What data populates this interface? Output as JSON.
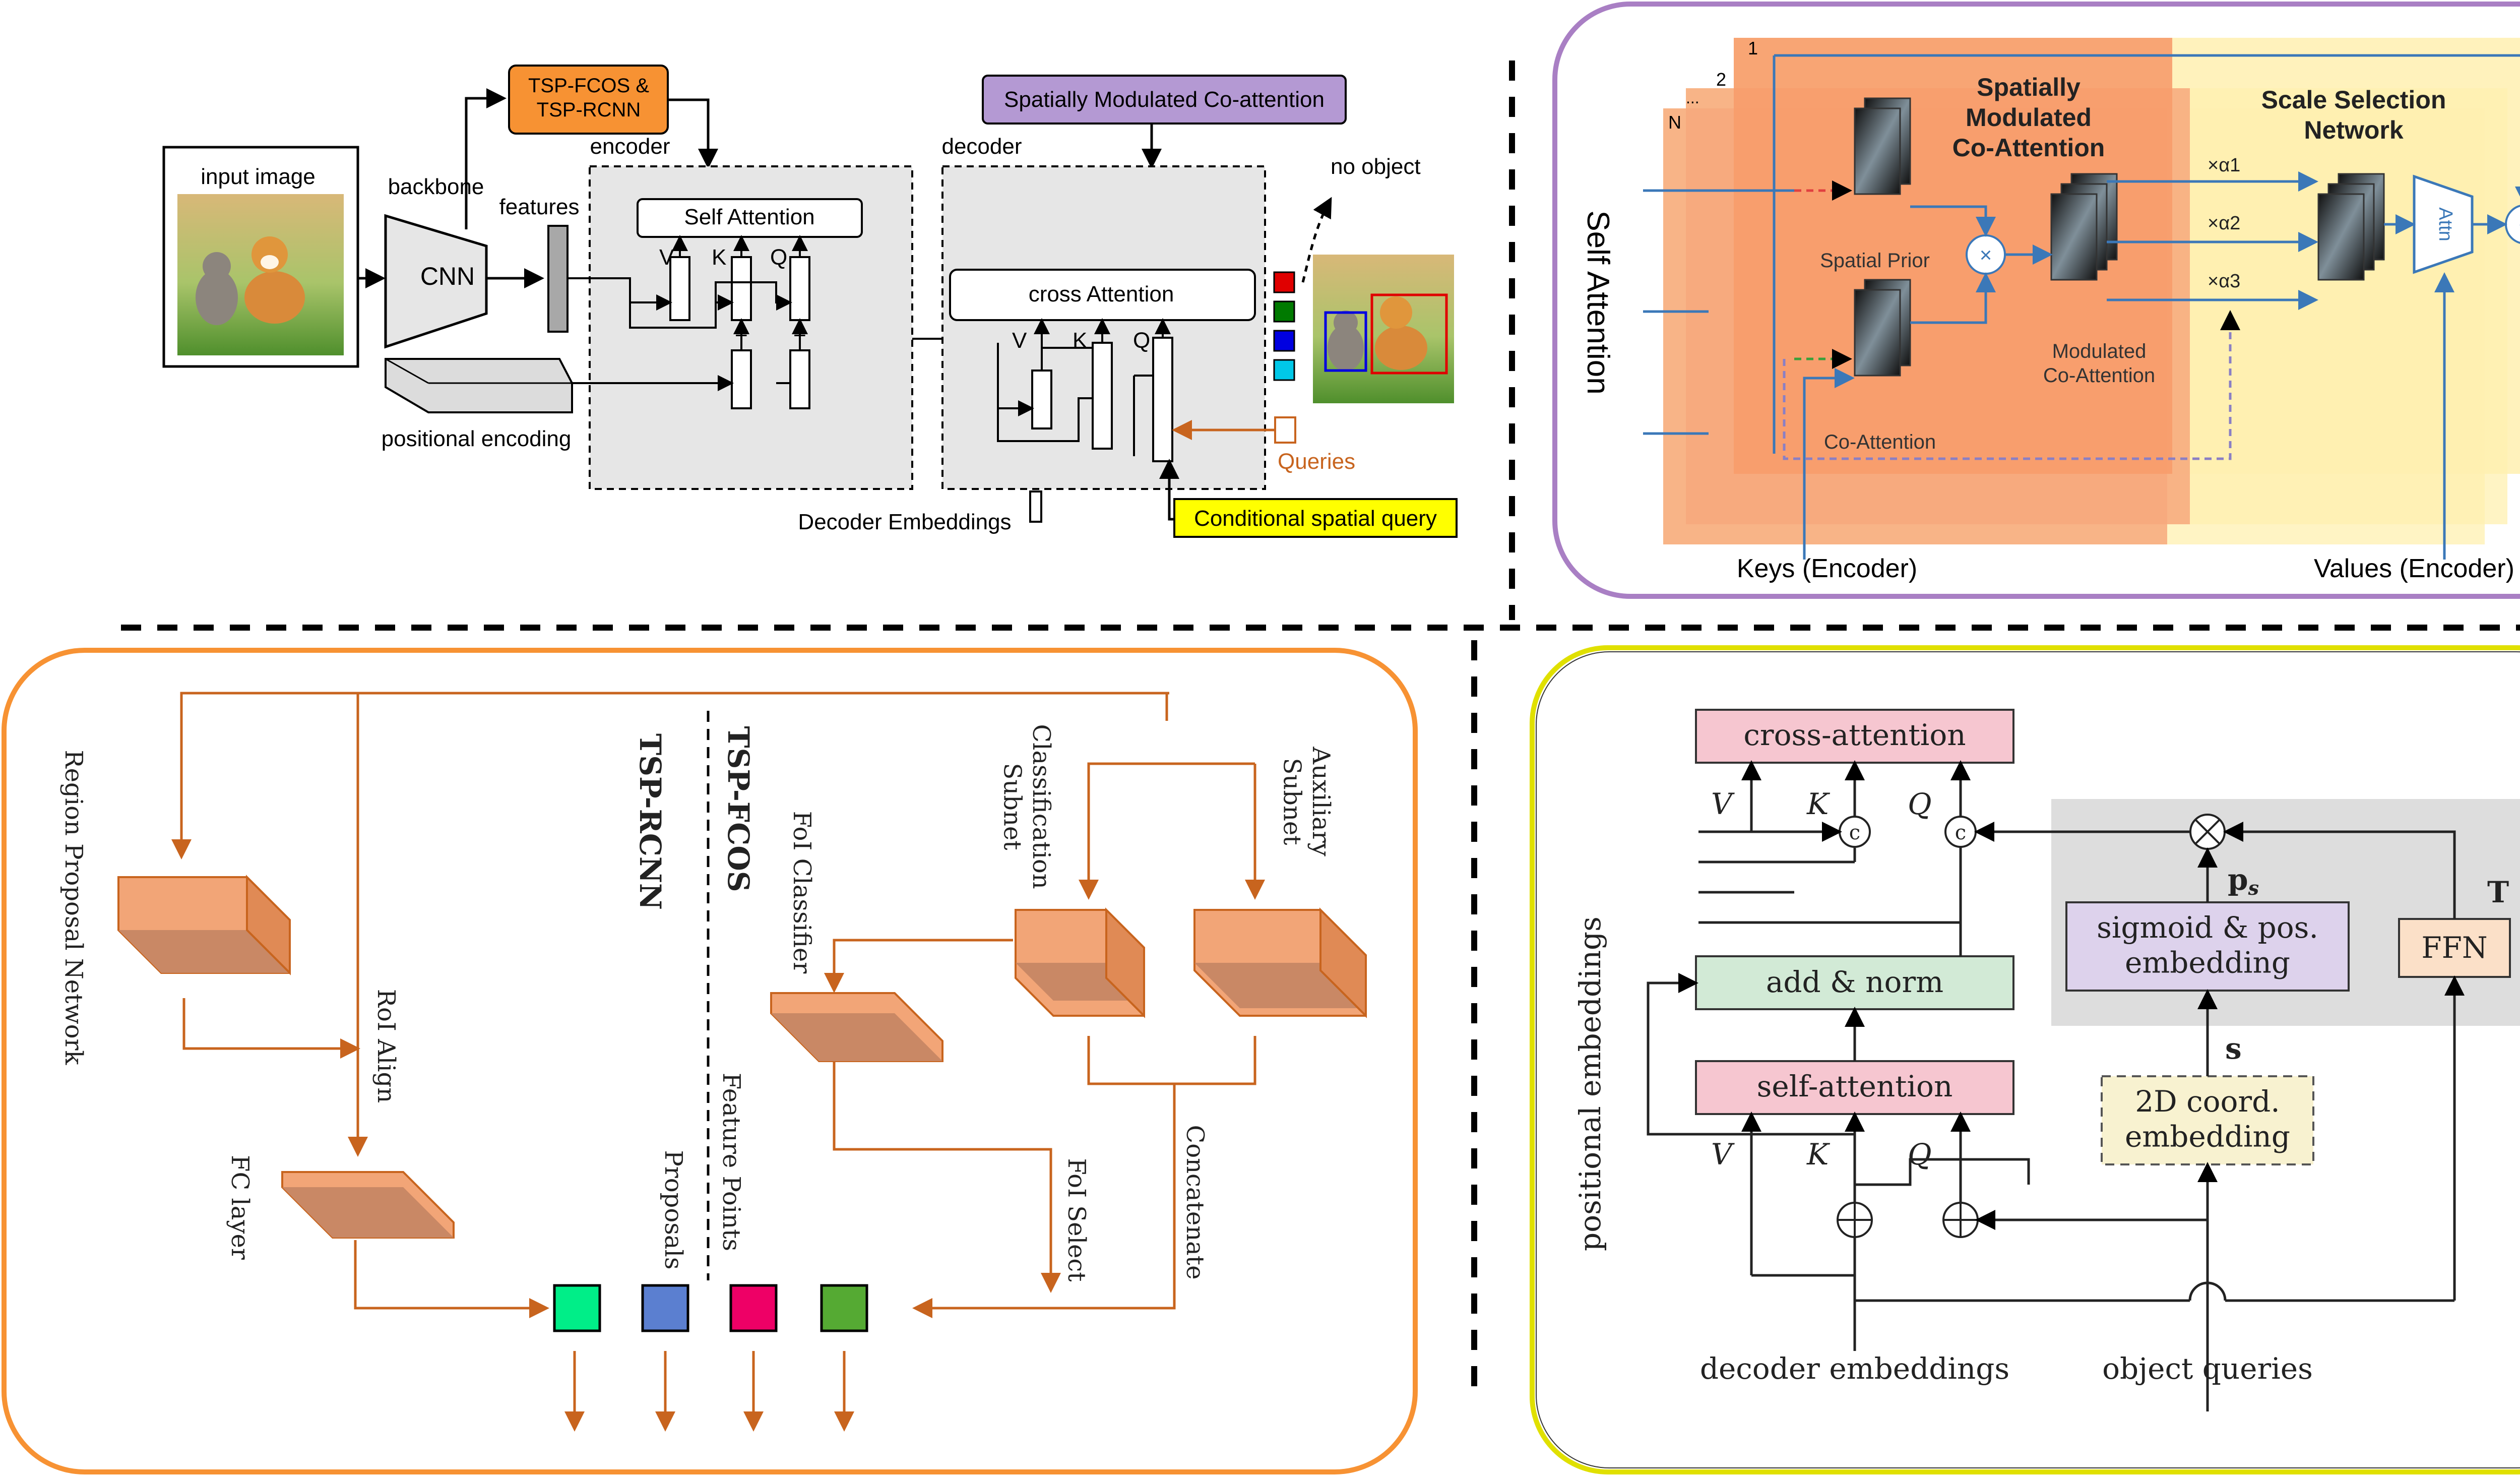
{
  "panel_top_left": {
    "input_image_label": "input image",
    "backbone_label": "backbone",
    "cnn_label": "CNN",
    "features_label": "features",
    "positional_encoding_label": "positional encoding",
    "tsp_label": "TSP-FCOS &\nTSP-RCNN",
    "encoder_label": "encoder",
    "self_attention_label": "Self Attention",
    "decoder_label": "decoder",
    "smca_label": "Spatially Modulated Co-attention",
    "cross_attention_label": "cross Attention",
    "no_object_label": "no object",
    "queries_label": "Queries",
    "decoder_embeddings_label": "Decoder Embeddings",
    "conditional_query_label": "Conditional spatial query",
    "v": "V",
    "k": "K",
    "q": "Q",
    "plus": "+",
    "output_colors": [
      "#e00000",
      "#007a00",
      "#0000e0",
      "#00c8e8"
    ]
  },
  "panel_top_right": {
    "self_attention_label": "Self Attention",
    "spatially_modulated_label": "Spatially\nModulated\nCo-Attention",
    "scale_selection_label": "Scale Selection\nNetwork",
    "spatial_prior_label": "Spatial Prior",
    "co_attention_label": "Co-Attention",
    "modulated_label": "Modulated\nCo-Attention",
    "keys_label": "Keys (Encoder)",
    "values_label": "Values (Encoder)",
    "attn_label": "Attn",
    "alpha_labels": [
      "×α1",
      "×α2",
      "×α3"
    ],
    "layer_labels": [
      "1",
      "2",
      "N",
      "..."
    ],
    "times": "×",
    "plus": "+"
  },
  "panel_bottom_left": {
    "rpn_label": "Region Proposal Network",
    "roi_align_label": "RoI Align",
    "fc_layer_label": "FC layer",
    "tsp_rcnn_label": "TSP-RCNN",
    "tsp_fcos_label": "TSP-FCOS",
    "proposals_label": "Proposals",
    "feature_points_label": "Feature Points",
    "foi_classifier_label": "FoI Classifier",
    "foi_select_label": "FoI Select",
    "classification_subnet_label": "Classification\nSubnet",
    "auxiliary_subnet_label": "Auxiliary\nSubnet",
    "concatenate_label": "Concatenate",
    "token_colors": [
      "#00ee88",
      "#5b7fd0",
      "#ee0066",
      "#55aa33"
    ]
  },
  "panel_bottom_right": {
    "positional_embeddings_label": "positional embeddings",
    "cross_attention_label": "cross-attention",
    "add_norm_label": "add & norm",
    "self_attention_label": "self-attention",
    "sigmoid_label": "sigmoid & pos.\nembedding",
    "coord_label": "2D coord.\nembedding",
    "ffn_label": "FFN",
    "ps_label": "p",
    "ps_sub": "s",
    "s_label": "s",
    "t_label": "T",
    "decoder_embeddings_label": "decoder embeddings",
    "object_queries_label": "object queries",
    "v": "V",
    "k": "K",
    "q": "Q",
    "c": "c"
  }
}
